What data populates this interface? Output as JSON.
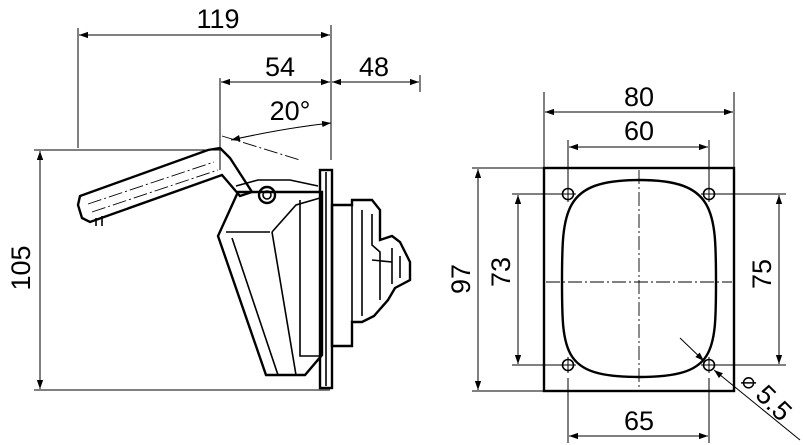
{
  "side_view": {
    "dim_overall_width": "119",
    "dim_hinge_offset": "54",
    "dim_depth": "48",
    "dim_lid_angle": "20°",
    "dim_height": "105"
  },
  "front_view": {
    "dim_plate_width": "80",
    "dim_hole_spacing_top": "60",
    "dim_hole_spacing_bottom": "65",
    "dim_plate_height": "97",
    "dim_hole_spacing_left": "73",
    "dim_hole_spacing_right": "75",
    "dim_hole_diameter": "5.5",
    "diameter_symbol": "⌀"
  }
}
